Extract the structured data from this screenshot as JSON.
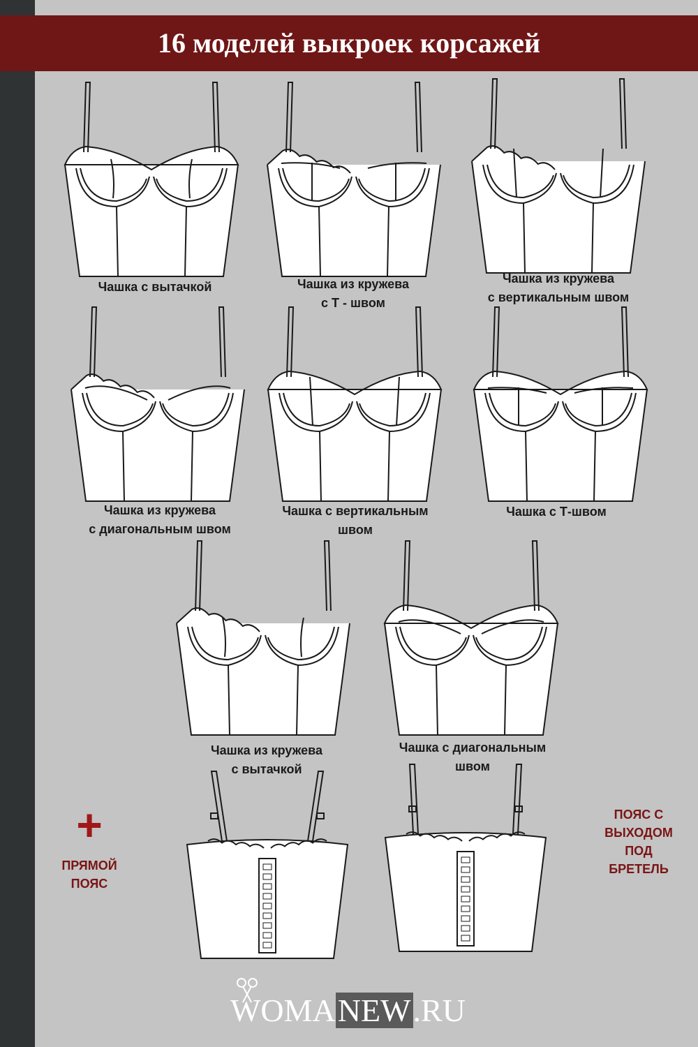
{
  "title": "16 моделей выкроек корсажей",
  "colors": {
    "background": "#c4c4c4",
    "sidebar": "#2f3333",
    "banner": "#6f1616",
    "accent_red": "#8a1515"
  },
  "captions": [
    {
      "line1": "Чашка с вытачкой",
      "line2": ""
    },
    {
      "line1": "Чашка из кружева",
      "line2": "с Т - швом"
    },
    {
      "line1": "Чашка из кружева",
      "line2": "с вертикальным швом"
    },
    {
      "line1": "Чашка из кружева",
      "line2": "с диагональным швом"
    },
    {
      "line1": "Чашка с вертикальным",
      "line2": "швом"
    },
    {
      "line1": "Чашка с Т-швом",
      "line2": ""
    },
    {
      "line1": "Чашка из кружева",
      "line2": "с вытачкой"
    },
    {
      "line1": "Чашка с диагональным",
      "line2": "швом"
    }
  ],
  "left_note": {
    "symbol": "+",
    "line1": "ПРЯМОЙ",
    "line2": "ПОЯС"
  },
  "right_note": {
    "line1": "ПОЯС С",
    "line2": "ВЫХОДОМ",
    "line3": "ПОД",
    "line4": "БРЕТЕЛЬ"
  },
  "logo": {
    "part1": "WOMA",
    "part2": "NEW",
    "part3": ".RU"
  }
}
